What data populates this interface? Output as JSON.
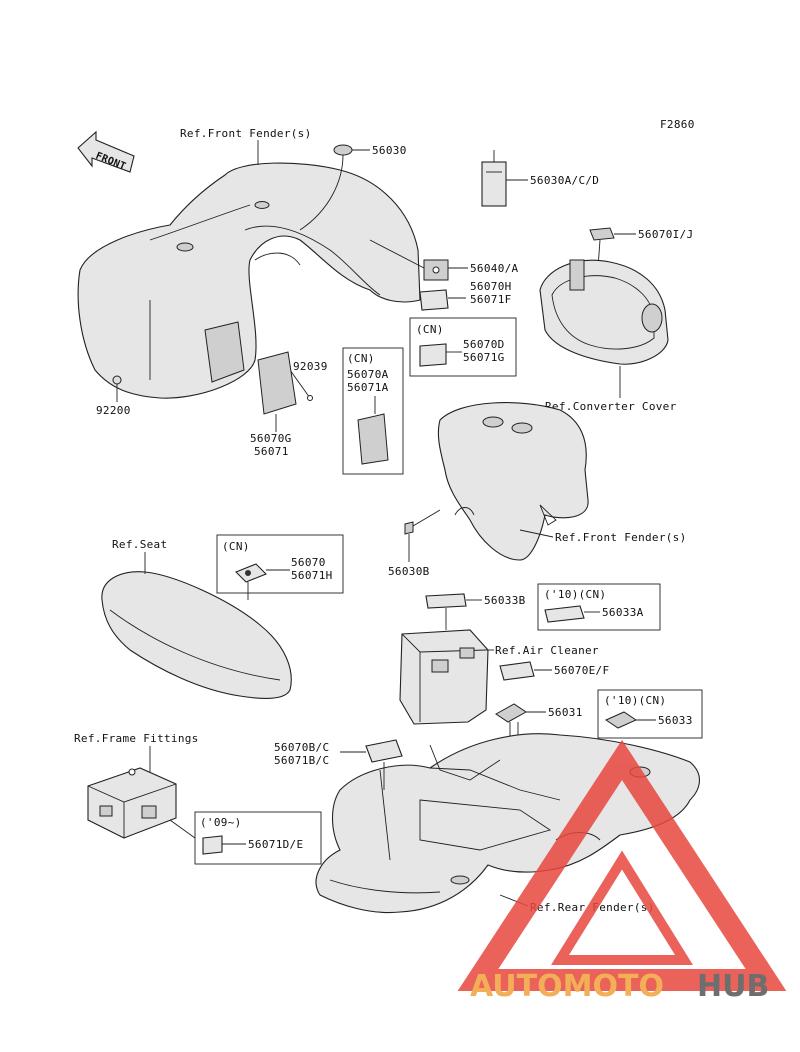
{
  "diagram_code": "F2860",
  "front_arrow_label": "FRONT",
  "refs": {
    "front_fender_top": "Ref.Front Fender(s)",
    "converter_cover": "Ref.Converter Cover",
    "front_fender_mid": "Ref.Front Fender(s)",
    "seat": "Ref.Seat",
    "air_cleaner": "Ref.Air Cleaner",
    "frame_fittings": "Ref.Frame Fittings",
    "rear_fender": "Ref.Rear Fender(s)"
  },
  "parts": {
    "p56030": "56030",
    "p56030acd": "56030A/C/D",
    "p56070ij": "56070I/J",
    "p56040a": "56040/A",
    "p56070h": "56070H",
    "p56071f": "56071F",
    "p92039": "92039",
    "p92200": "92200",
    "p56070g": "56070G",
    "p56071": "56071",
    "p56030b": "56030B",
    "p56070": "56070",
    "p56071h": "56071H",
    "p56033b": "56033B",
    "p56070ef": "56070E/F",
    "p56031": "56031",
    "p56070bc": "56070B/C",
    "p56071bc": "56071B/C",
    "p56071de": "56071D/E"
  },
  "boxes": {
    "cn_d": {
      "tag": "(CN)",
      "l1": "56070D",
      "l2": "56071G"
    },
    "cn_a": {
      "tag": "(CN)",
      "l1": "56070A",
      "l2": "56071A"
    },
    "cn_h": {
      "tag": "(CN)",
      "l1": "56070",
      "l2": "56071H"
    },
    "cn_33a": {
      "tag": "('10)(CN)",
      "l1": "56033A"
    },
    "cn_33": {
      "tag": "('10)(CN)",
      "l1": "56033"
    },
    "y09": {
      "tag": "('09~)",
      "l1": "56071D/E"
    }
  },
  "watermark": {
    "part1": "AUTOMOTO",
    "part2": "HUB",
    "color1": "#f2a23a",
    "color2": "#555555",
    "accent": "#e8473f"
  }
}
